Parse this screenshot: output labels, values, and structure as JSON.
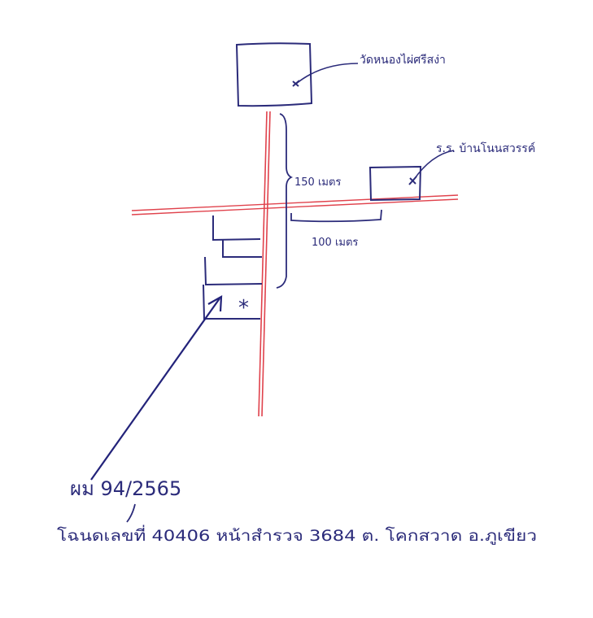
{
  "labels": {
    "temple": "วัดหนองไผ่ศรีสง่า",
    "school": "ร.ร. บ้านโนนสวรรค์",
    "distance_vertical": "150 เมตร",
    "distance_horizontal": "100 เมตร",
    "case_number": "ผม 94/2565",
    "location_line": "โฉนดเลขที่ 40406 หน้าสำรวจ 3684 ต. โคกสวาด อ.ภูเขียว"
  },
  "marks": {
    "location_marker": "*"
  },
  "colors": {
    "ink": "#2b2b7a",
    "road": "#e0424c"
  }
}
